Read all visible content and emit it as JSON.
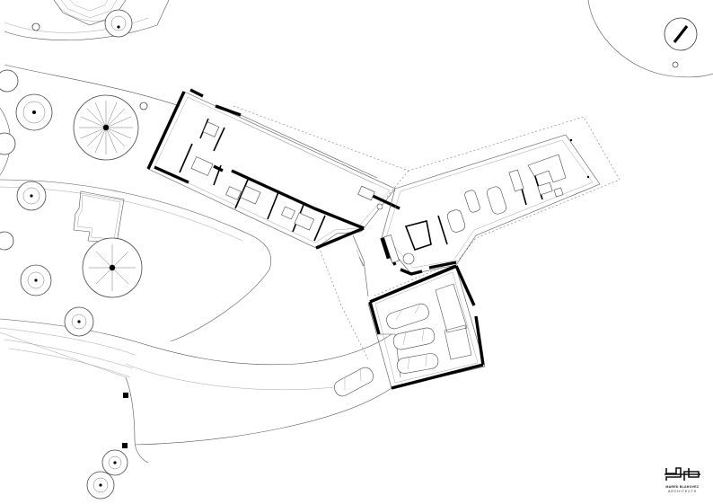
{
  "drawing": {
    "type": "architectural site plan",
    "background_color": "#ffffff",
    "line_color": "#000000"
  },
  "logo": {
    "line1": "MAREK BLAHOVEC",
    "line2": "ARCHITECTS"
  },
  "icons": {
    "north_arrow": "north-arrow-icon",
    "trees": "tree-icon",
    "cars": "car-icon"
  }
}
